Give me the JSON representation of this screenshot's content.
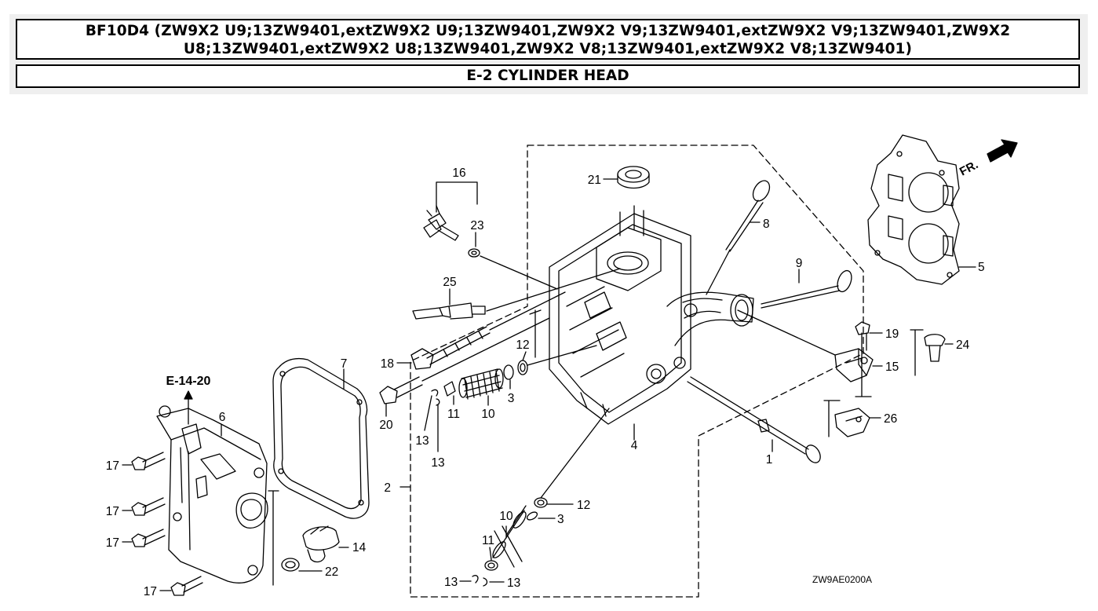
{
  "header": {
    "title_line1": "BF10D4 (ZW9X2 U9;13ZW9401,extZW9X2 U9;13ZW9401,ZW9X2 V9;13ZW9401,extZW9X2 V9;13ZW9401,ZW9X2",
    "title_line2": "U8;13ZW9401,extZW9X2 U8;13ZW9401,ZW9X2 V8;13ZW9401,extZW9X2 V8;13ZW9401)",
    "section": "E-2 CYLINDER HEAD"
  },
  "diagram": {
    "reference": "E-14-20",
    "direction_label": "FR.",
    "drawing_code": "ZW9AE0200A",
    "callouts": {
      "c1": "1",
      "c2": "2",
      "c3a": "3",
      "c3b": "3",
      "c4": "4",
      "c5": "5",
      "c6": "6",
      "c7": "7",
      "c8": "8",
      "c9": "9",
      "c10a": "10",
      "c10b": "10",
      "c11a": "11",
      "c11b": "11",
      "c12a": "12",
      "c12b": "12",
      "c13a": "13",
      "c13b": "13",
      "c13c": "13",
      "c13d": "13",
      "c14": "14",
      "c15": "15",
      "c16": "16",
      "c17a": "17",
      "c17b": "17",
      "c17c": "17",
      "c17d": "17",
      "c18": "18",
      "c19": "19",
      "c20": "20",
      "c21": "21",
      "c22": "22",
      "c23": "23",
      "c24": "24",
      "c25": "25",
      "c26": "26"
    }
  }
}
